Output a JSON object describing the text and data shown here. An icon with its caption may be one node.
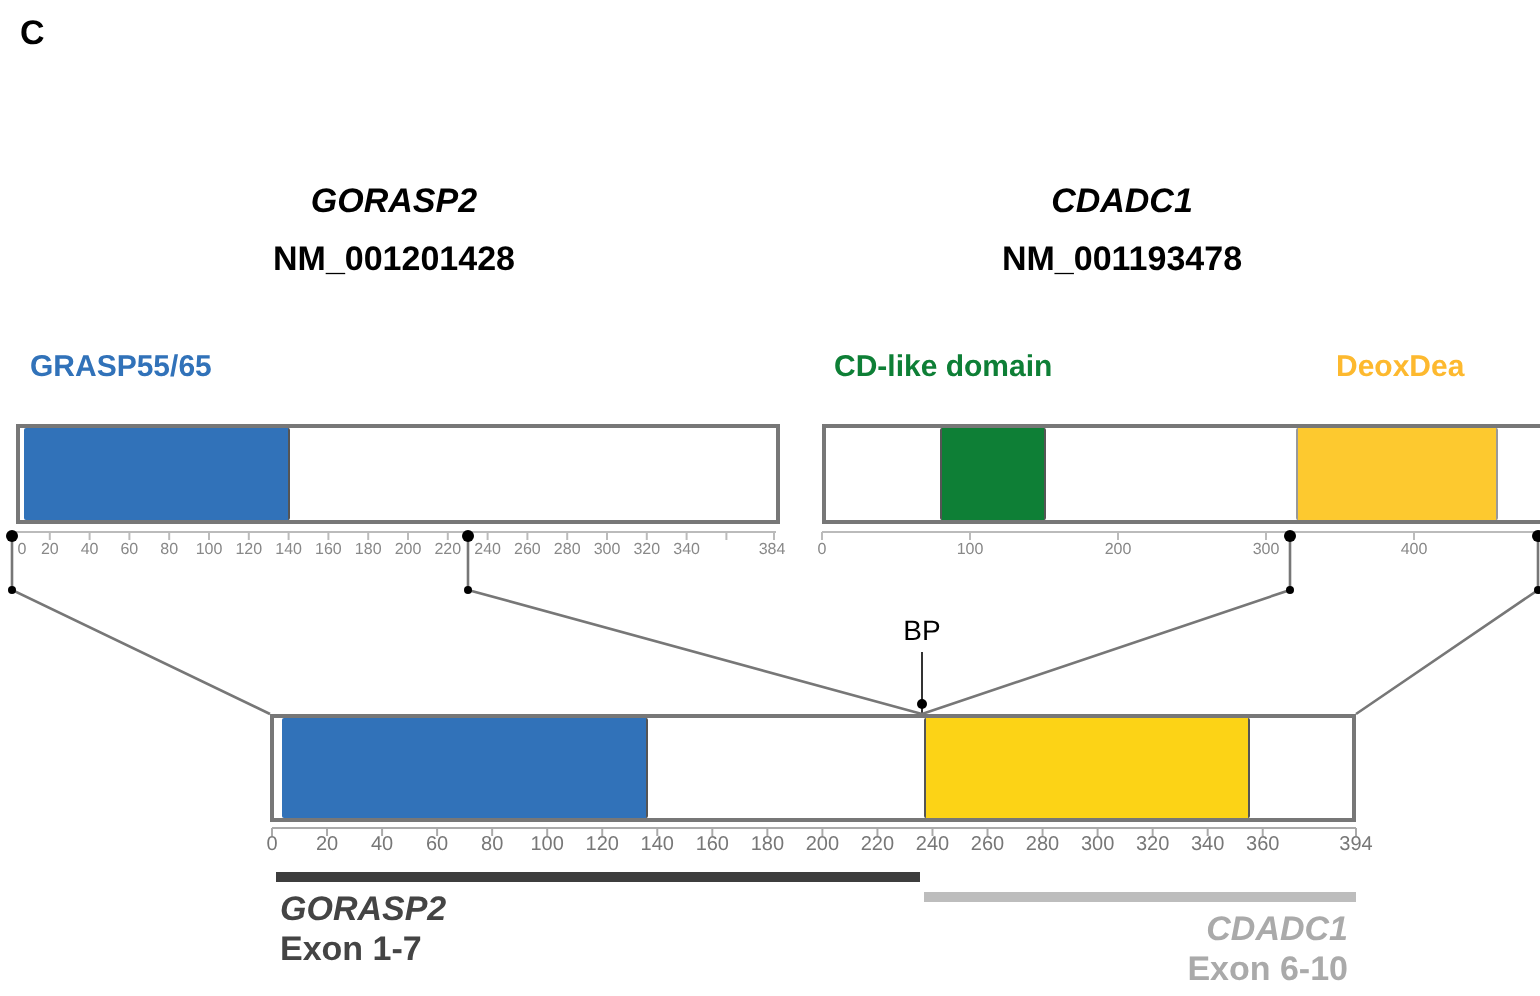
{
  "diagram": {
    "nodes": [
      {
        "text": [],
        "shape": "bar"
      },
      {
        "text": [],
        "shape": "box",
        "in": 0,
        "beside": [
          "GRASP55/65"
        ]
      },
      {
        "text": [],
        "shape": "bar"
      },
      {
        "text": [],
        "shape": "box",
        "in": 2,
        "beside": [
          "CD-like domain"
        ]
      },
      {
        "text": [],
        "shape": "box",
        "in": 2,
        "beside": [
          "DeoxDea"
        ]
      },
      {
        "text": [],
        "shape": "bar"
      },
      {
        "text": [],
        "shape": "box",
        "in": 5
      },
      {
        "text": [],
        "shape": "box",
        "in": 5
      }
    ],
    "edges": [
      {
        "from": 0,
        "to": 5,
        "arrow": "none"
      },
      {
        "from": 0,
        "to": 5,
        "arrow": "none"
      },
      {
        "from": 2,
        "to": 5,
        "arrow": "none"
      },
      {
        "from": 2,
        "to": 5,
        "arrow": "none"
      }
    ],
    "labels": [
      "C",
      "GORASP2",
      "NM_001201428",
      "CDADC1",
      "NM_001193478",
      "0",
      "20",
      "40",
      "60",
      "80",
      "100",
      "120",
      "140",
      "160",
      "180",
      "200",
      "220",
      "240",
      "260",
      "280",
      "300",
      "320",
      "340",
      "384",
      "0",
      "100",
      "200",
      "300",
      "400",
      "BP",
      "0",
      "20",
      "40",
      "60",
      "80",
      "100",
      "120",
      "140",
      "160",
      "180",
      "200",
      "220",
      "240",
      "260",
      "280",
      "300",
      "320",
      "340",
      "360",
      "394",
      "GORASP2",
      "Exon 1-7",
      "CDADC1",
      "Exon 6-10"
    ]
  }
}
